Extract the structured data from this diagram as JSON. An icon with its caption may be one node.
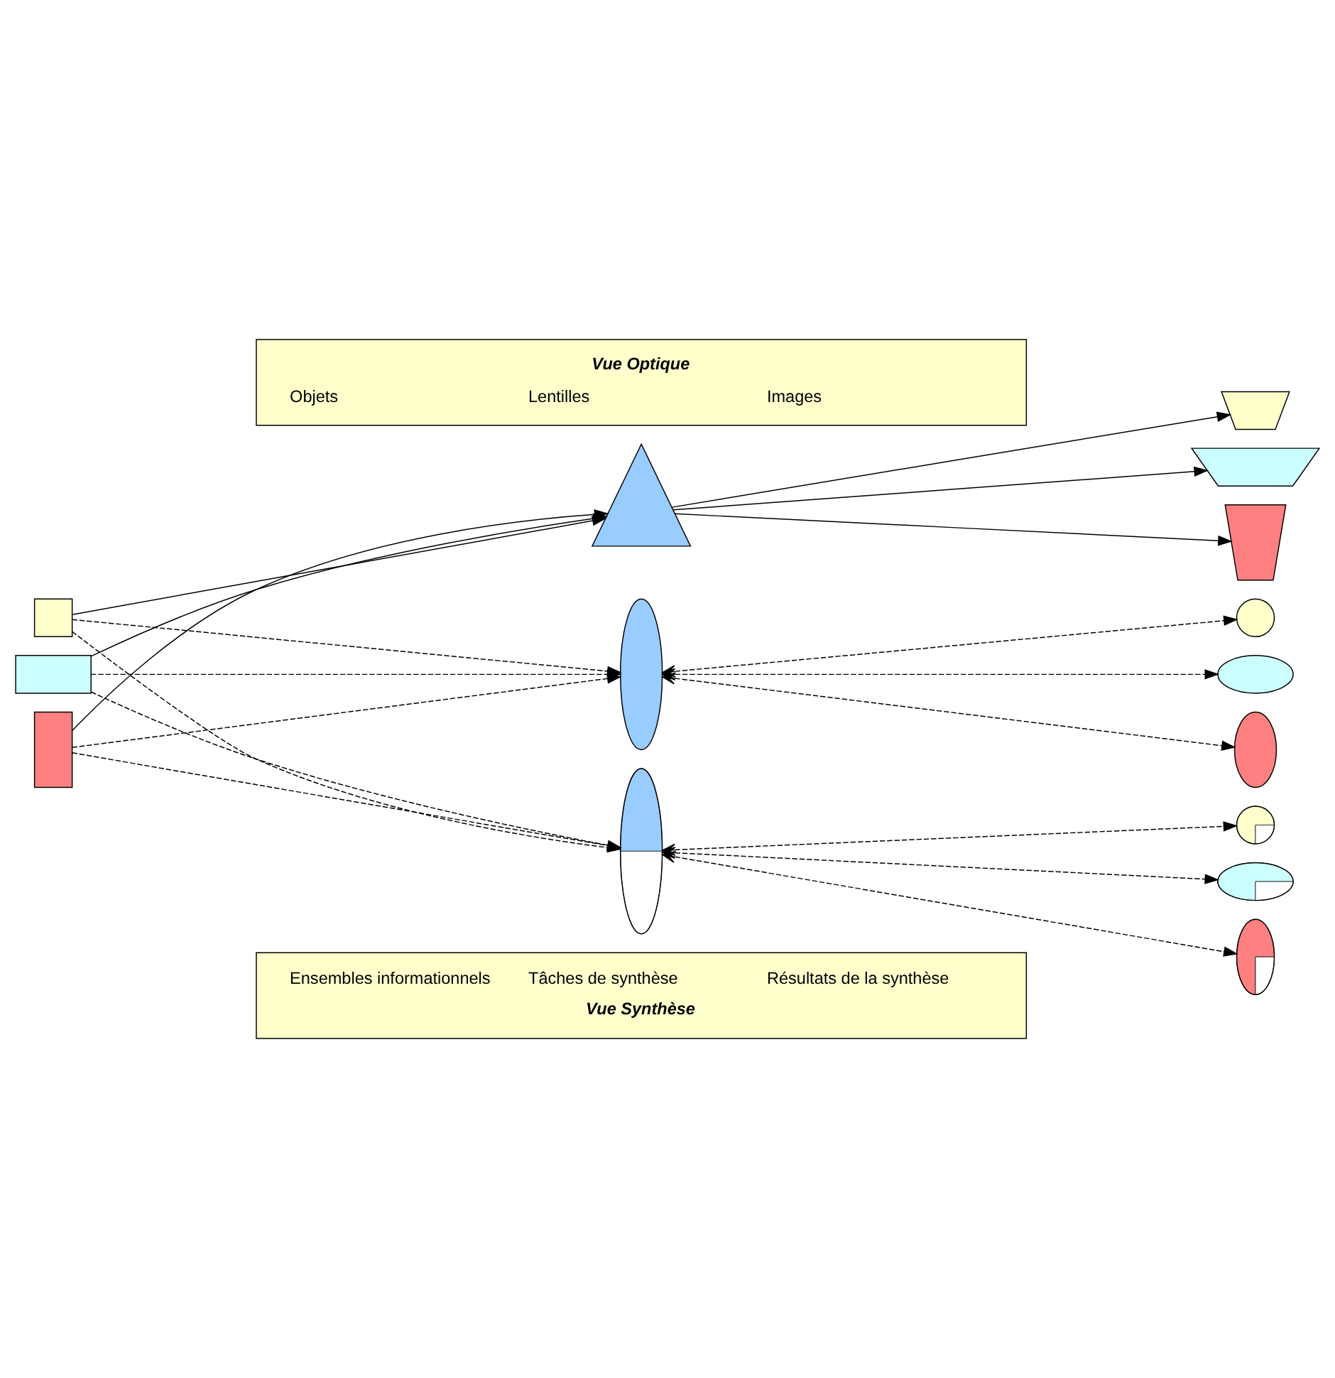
{
  "diagram": {
    "nodes": [
      {
        "text": [
          "Vue Optique",
          "Objets",
          "Lentilles",
          "Images"
        ]
      },
      {
        "text": [],
        "shape": "box"
      },
      {
        "text": [],
        "shape": "box"
      },
      {
        "text": [],
        "shape": "box"
      },
      {
        "text": [],
        "shape": "triangle"
      },
      {
        "text": [],
        "shape": "ellipse"
      },
      {
        "text": [],
        "shape": "crescent"
      },
      {
        "text": [],
        "shape": "trapezoid"
      },
      {
        "text": [],
        "shape": "trapezoid"
      },
      {
        "text": [],
        "shape": "trapezoid"
      },
      {
        "text": [],
        "shape": "circle"
      },
      {
        "text": [],
        "shape": "ellipse"
      },
      {
        "text": [],
        "shape": "ellipse"
      },
      {
        "text": [],
        "shape": "pie"
      },
      {
        "text": [],
        "shape": "pie"
      },
      {
        "text": [],
        "shape": "pie"
      },
      {
        "text": [
          "Ensembles informationnels",
          "Tâches de synthèse",
          "Résultats de la synthèse",
          "Vue Synthèse"
        ]
      }
    ],
    "edges": [
      {
        "from": 1,
        "to": 4,
        "arrow": "to"
      },
      {
        "from": 2,
        "to": 4,
        "arrow": "to"
      },
      {
        "from": 3,
        "to": 4,
        "arrow": "to"
      },
      {
        "from": 1,
        "to": 5,
        "arrow": "to",
        "style": "dashed"
      },
      {
        "from": 2,
        "to": 5,
        "arrow": "to",
        "style": "dashed"
      },
      {
        "from": 3,
        "to": 5,
        "arrow": "to",
        "style": "dashed"
      },
      {
        "from": 1,
        "to": 6,
        "arrow": "to",
        "style": "dashed"
      },
      {
        "from": 2,
        "to": 6,
        "arrow": "to",
        "style": "dashed"
      },
      {
        "from": 3,
        "to": 6,
        "arrow": "to",
        "style": "dashed"
      },
      {
        "from": 4,
        "to": 7,
        "arrow": "to"
      },
      {
        "from": 4,
        "to": 8,
        "arrow": "to"
      },
      {
        "from": 4,
        "to": 9,
        "arrow": "to"
      },
      {
        "from": 5,
        "to": 10,
        "arrow": "both",
        "style": "dashed"
      },
      {
        "from": 5,
        "to": 11,
        "arrow": "both",
        "style": "dashed"
      },
      {
        "from": 5,
        "to": 12,
        "arrow": "both",
        "style": "dashed"
      },
      {
        "from": 6,
        "to": 13,
        "arrow": "both",
        "style": "dashed"
      },
      {
        "from": 6,
        "to": 14,
        "arrow": "both",
        "style": "dashed"
      },
      {
        "from": 6,
        "to": 15,
        "arrow": "both",
        "style": "dashed"
      }
    ]
  }
}
